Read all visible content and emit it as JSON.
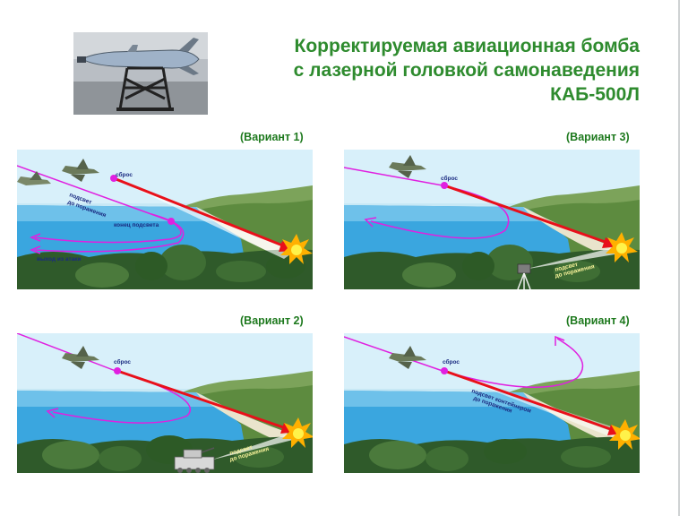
{
  "title": {
    "line1": "Корректируемая авиационная бомба",
    "line2": "с лазерной головкой самонаведения",
    "line3": "КАБ-500Л"
  },
  "colors": {
    "title_green": "#2e8b2e",
    "label_green": "#1f7a1f",
    "trajectory_red": "#e8101a",
    "flight_path_magenta": "#e020e0",
    "sky_blue": "#bfe3f3",
    "sea_blue": "#3aa6df"
  },
  "variants": [
    {
      "label": "(Вариант 1)",
      "release": "сброс",
      "illumination": [
        "подсвет",
        "до поражения"
      ],
      "illumination_end": "конец подсвета",
      "exit": "выход из атаки"
    },
    {
      "label": "(Вариант 2)",
      "release": "сброс",
      "illumination": [
        "подсвет",
        "до поражения"
      ]
    },
    {
      "label": "(Вариант 3)",
      "release": "сброс",
      "illumination": [
        "подсвет",
        "до поражения"
      ]
    },
    {
      "label": "(Вариант 4)",
      "release": "сброс",
      "illumination": [
        "подсвет контейнером",
        "до поражения"
      ]
    }
  ],
  "icons": {
    "photo": "bomb-photo",
    "aircraft": "jet-aircraft-icon",
    "explosion": "explosion-icon",
    "tank": "tank-icon",
    "tripod_designator": "laser-designator-tripod-icon"
  }
}
